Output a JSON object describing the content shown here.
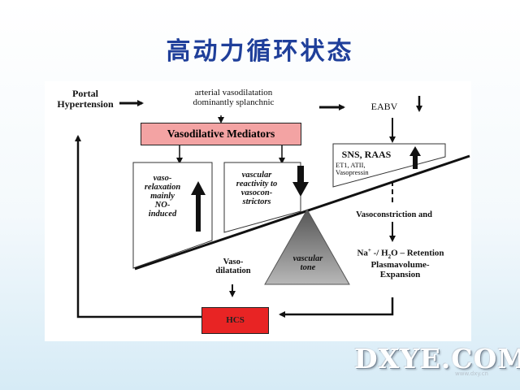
{
  "slide_title": "高动力循环状态",
  "diagram": {
    "portal_hypertension": "Portal\nHypertension",
    "arterial_vasodilatation": "arterial vasodilatation\ndominantly splanchnic",
    "eabv": "EABV",
    "vasodilative_mediators": "Vasodilative Mediators",
    "vasorelaxation": "vaso-\nrelaxation\nmainly\nNO-\ninduced",
    "vascular_reactivity": "vascular\nreactivity to\nvasocon-\nstrictors",
    "sns_raas": "SNS, RAAS",
    "sns_raas_sub": "ET1, ATII,\nVasopressin",
    "vasoconstriction": "Vasoconstriction and",
    "retention_prefix": "Na",
    "retention_super": "+",
    "retention_mid": " -/ H",
    "retention_sub": "2",
    "retention_suffix": "O – Retention",
    "plasmavolume": "Plasmavolume-\nExpansion",
    "vascular_tone": "vascular\ntone",
    "vasodilatation": "Vaso-\ndilatation",
    "hcs": "HCS"
  },
  "watermark": {
    "text": "DXYE.COM",
    "sub": "www.dxy.cn"
  }
}
